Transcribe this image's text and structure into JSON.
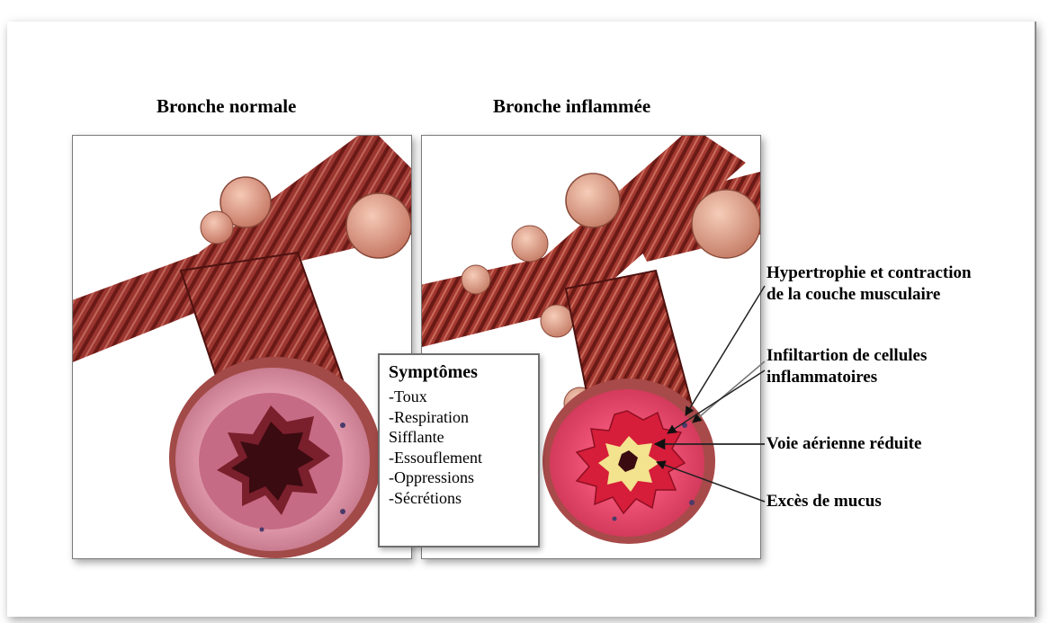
{
  "titles": {
    "normal": "Bronche normale",
    "inflamed": "Bronche inflammée"
  },
  "symptoms": {
    "heading": "Symptômes",
    "items": [
      "-Toux",
      "-Respiration",
      "Sifflante",
      "-Essouflement",
      "-Oppressions",
      "-Sécrétions"
    ]
  },
  "labels": {
    "muscle_line1": "Hypertrophie et contraction",
    "muscle_line2": "de la couche musculaire",
    "cells_line1": "Infiltartion de cellules",
    "cells_line2": "inflammatoires",
    "airway": "Voie aérienne réduite",
    "mucus": "Excès de mucus"
  },
  "colors": {
    "muscle": "#8e2f2a",
    "muscle_light": "#b9564a",
    "stripe": "#5e1612",
    "mucosa": "#e8a3b4",
    "inflamed_mucosa": "#ec3f67",
    "lumen": "#3a0b10",
    "mucus": "#f3e28e"
  }
}
